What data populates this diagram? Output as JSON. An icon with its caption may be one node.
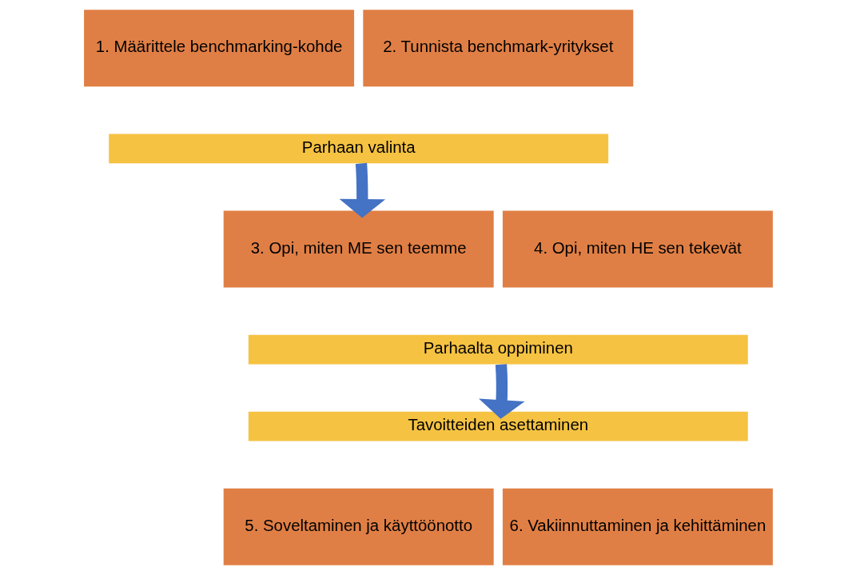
{
  "diagram": {
    "nodes": [
      {
        "text": [
          "1. Määrittele benchmarking-kohde"
        ]
      },
      {
        "text": [
          "2. Tunnista benchmark-yritykset"
        ]
      },
      {
        "text": [
          "Parhaan valinta"
        ]
      },
      {
        "text": [
          "3. Opi, miten ME sen teemme"
        ]
      },
      {
        "text": [
          "4. Opi, miten HE sen tekevät"
        ]
      },
      {
        "text": [
          "Parhaalta oppiminen"
        ]
      },
      {
        "text": [
          "Tavoitteiden asettaminen"
        ]
      },
      {
        "text": [
          "5. Soveltaminen ja käyttöönotto"
        ]
      },
      {
        "text": [
          "6. Vakiinnuttaminen ja kehittäminen"
        ]
      }
    ],
    "edges": [
      {
        "from": 2,
        "to": 3,
        "arrow": "to"
      },
      {
        "from": 5,
        "to": 6,
        "arrow": "to"
      }
    ]
  }
}
